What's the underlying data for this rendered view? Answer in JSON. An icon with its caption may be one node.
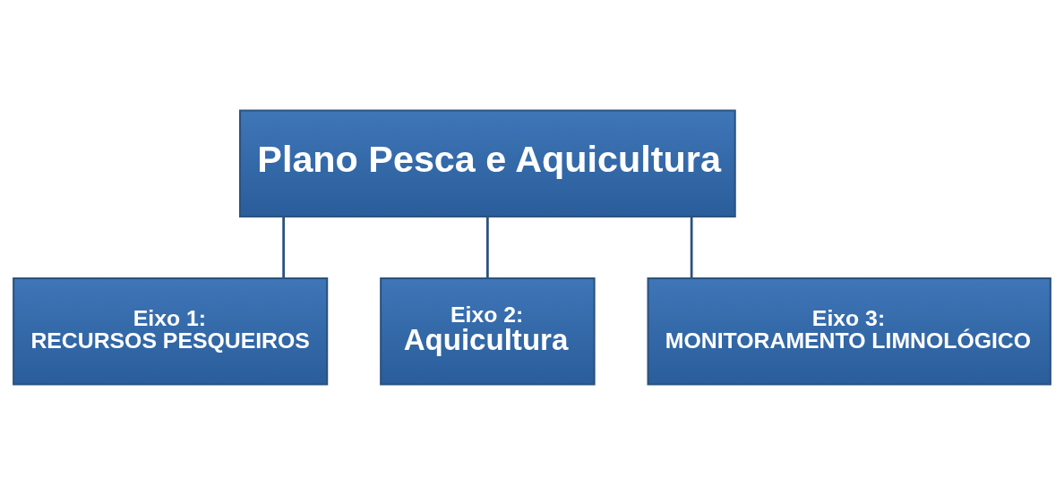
{
  "diagram": {
    "nodes": [
      {
        "text": [
          "Plano Pesca e Aquicultura"
        ]
      },
      {
        "text": [
          "Eixo 1:",
          "RECURSOS PESQUEIROS"
        ]
      },
      {
        "text": [
          "Eixo 2:",
          "Aquicultura"
        ]
      },
      {
        "text": [
          "Eixo 3:",
          "MONITORAMENTO LIMNOLÓGICO"
        ]
      }
    ],
    "edges": [
      {
        "from": 0,
        "to": 1,
        "arrow": "none"
      },
      {
        "from": 0,
        "to": 2,
        "arrow": "none"
      },
      {
        "from": 0,
        "to": 3,
        "arrow": "none"
      }
    ]
  }
}
